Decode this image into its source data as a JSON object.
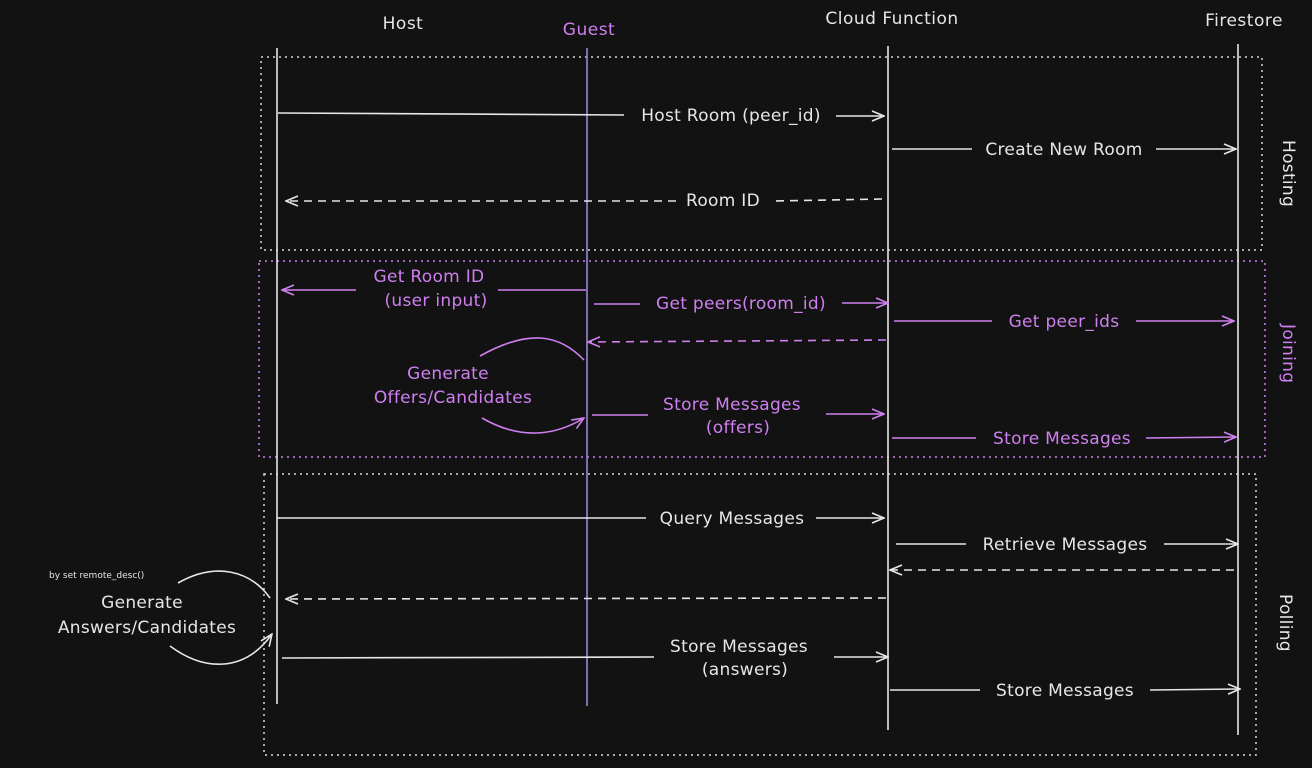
{
  "colors": {
    "background": "#121212",
    "neutral": "#e6e6e6",
    "guest": "#cf7ff0",
    "guest_line": "#9d86d6"
  },
  "participants": {
    "host": "Host",
    "guest": "Guest",
    "cloud": "Cloud Function",
    "firestore": "Firestore"
  },
  "sections": {
    "hosting": "Hosting",
    "joining": "Joining",
    "polling": "Polling"
  },
  "messages": {
    "host_room": "Host Room (peer_id)",
    "create_room": "Create New Room",
    "room_id": "Room ID",
    "get_room_id_1": "Get Room ID",
    "get_room_id_2": "(user input)",
    "get_peers": "Get peers(room_id)",
    "get_peer_ids": "Get peer_ids",
    "gen_offers_1": "Generate",
    "gen_offers_2": "Offers/Candidates",
    "store_offers_1": "Store Messages",
    "store_offers_2": "(offers)",
    "store_msgs_guest": "Store Messages",
    "query_messages": "Query Messages",
    "retrieve_messages": "Retrieve Messages",
    "note_remote": "by set remote_desc()",
    "gen_answers_1": "Generate",
    "gen_answers_2": "Answers/Candidates",
    "store_answers_1": "Store Messages",
    "store_answers_2": "(answers)",
    "store_msgs_host": "Store Messages"
  }
}
